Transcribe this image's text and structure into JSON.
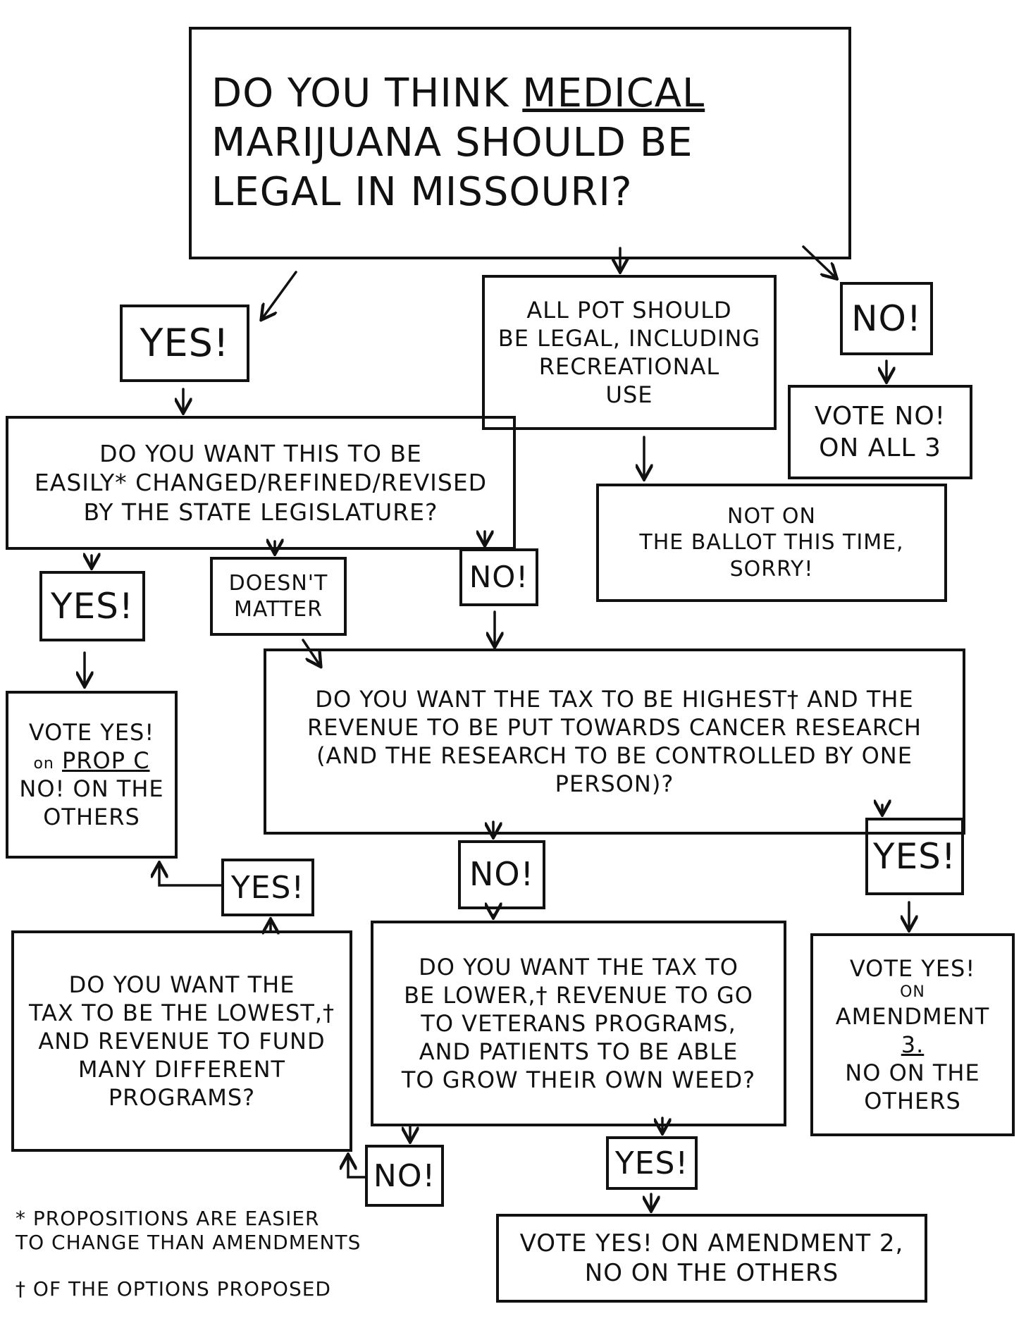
{
  "nodes": {
    "main_question": {
      "pre": "Do you think ",
      "emph": "medical",
      "post": "\nmarijuana should be\nlegal in Missouri?"
    },
    "yes_1": "Yes!",
    "all_pot": "All pot should\nbe legal, including\nrecreational\nuse",
    "no_1": "No!",
    "vote_no_all": "Vote No!\non all 3",
    "not_on_ballot": "Not on\nthe ballot this time,\nsorry!",
    "easily_changed_q": "Do you want this to be\neasily* changed/refined/revised\nby the state legislature?",
    "yes_2": "Yes!",
    "doesnt_matter": "Doesn't\nmatter",
    "no_2": "No!",
    "vote_prop_c": {
      "line1": "Vote Yes!",
      "on": "on",
      "prop": "Prop C",
      "line3": "No! on the\nothers"
    },
    "tax_highest_q": "Do you want the tax to be highest† and the\nrevenue to be put towards cancer research\n(and the research to be controlled by one\nperson)?",
    "yes_3": "Yes!",
    "no_3": "No!",
    "yes_4": "Yes!",
    "vote_amend_3": {
      "line1": "Vote Yes!",
      "on": "on",
      "line2": "Amendment",
      "num": "3.",
      "line3": "No on the\nothers"
    },
    "tax_lowest_q": "Do you want the\ntax to be the lowest,†\nand revenue to fund\nmany different\nprograms?",
    "tax_lower_q": "Do you want the tax to\nbe lower,† revenue to go\nto veterans programs,\nand patients to be able\nto grow their own weed?",
    "no_4": "No!",
    "yes_5": "Yes!",
    "vote_amend_2": "Vote Yes! on Amendment 2,\nno on the others"
  },
  "footnotes": {
    "asterisk": "* Propositions are easier\n   to change than amendments",
    "dagger": "† of the options proposed"
  }
}
